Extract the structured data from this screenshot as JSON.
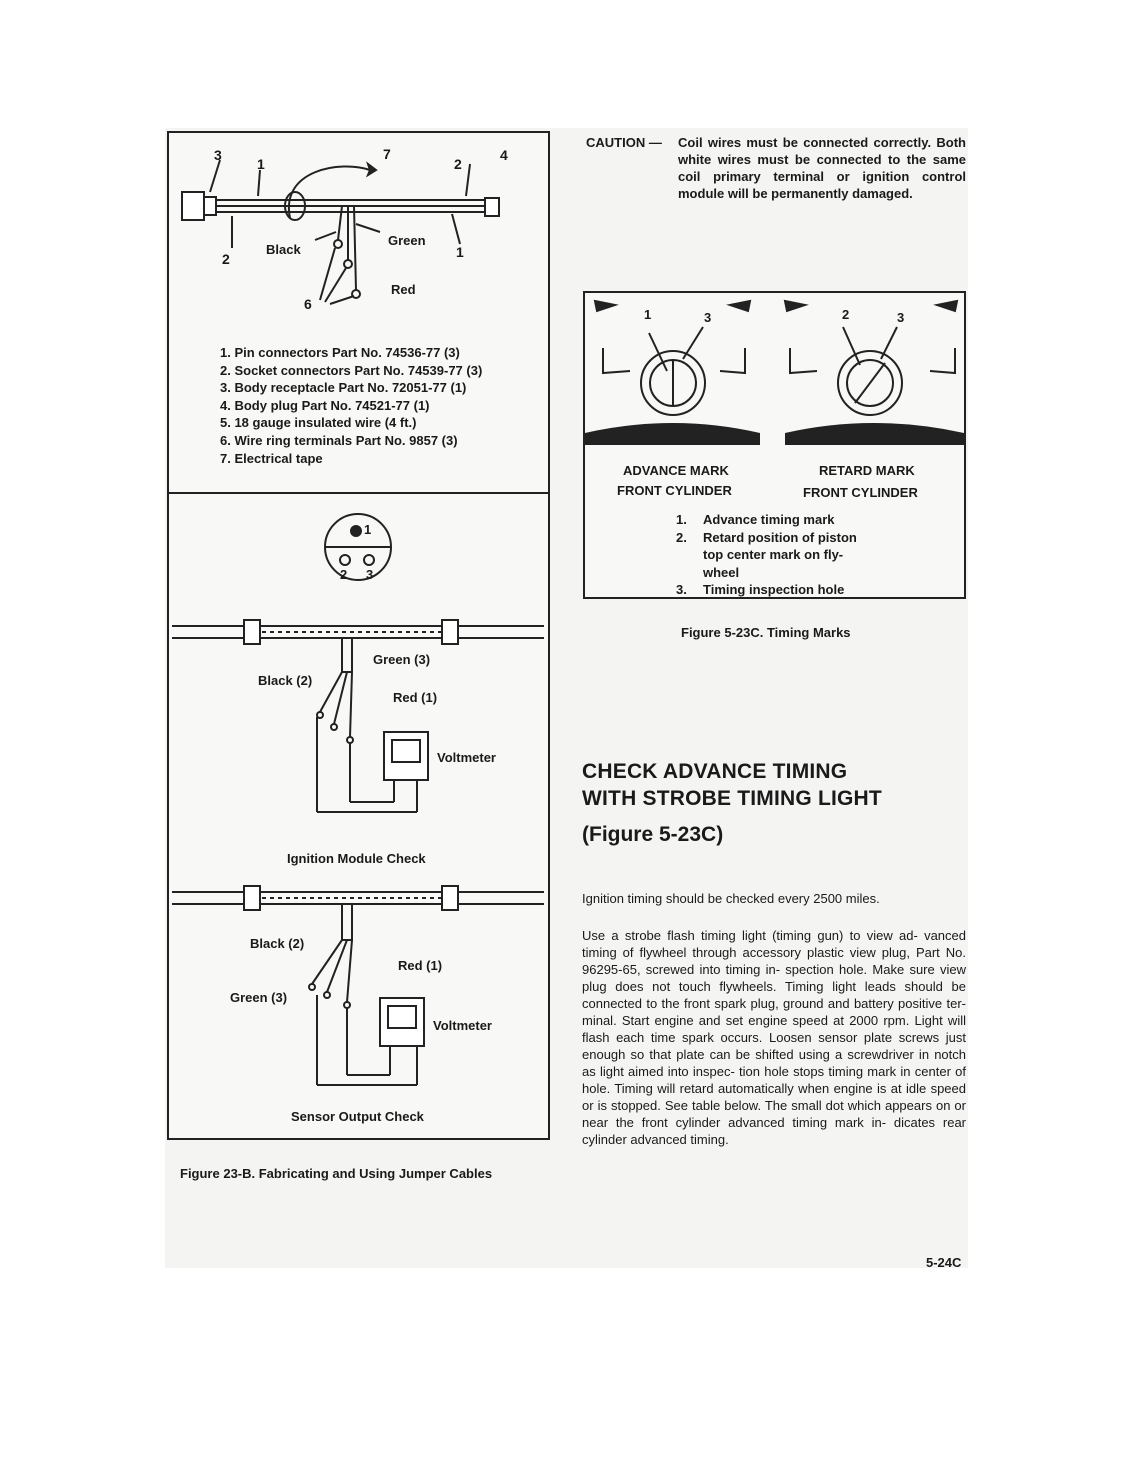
{
  "fig23b": {
    "callouts": [
      "3",
      "1",
      "7",
      "2",
      "4",
      "2",
      "1",
      "6"
    ],
    "wire_black": "Black",
    "wire_green": "Green",
    "wire_red": "Red",
    "parts": [
      "1. Pin connectors Part No. 74536-77 (3)",
      "2. Socket connectors Part No. 74539-77 (3)",
      "3. Body receptacle Part No. 72051-77 (1)",
      "4. Body plug Part No. 74521-77 (1)",
      "5. 18 gauge insulated wire (4 ft.)",
      "6. Wire ring terminals Part No. 9857 (3)",
      "7. Electrical tape"
    ],
    "plug_pins": [
      "1",
      "2",
      "3"
    ],
    "module_check": {
      "green": "Green (3)",
      "black": "Black (2)",
      "red": "Red (1)",
      "meter": "Voltmeter",
      "title": "Ignition Module Check"
    },
    "sensor_check": {
      "black": "Black (2)",
      "red": "Red (1)",
      "green": "Green (3)",
      "meter": "Voltmeter",
      "title": "Sensor Output Check"
    },
    "caption": "Figure 23-B. Fabricating and Using Jumper Cables"
  },
  "caution": {
    "label": "CAUTION —",
    "text": "Coil wires must be connected correctly. Both white wires must be connected to the same coil primary terminal or ignition control module will be permanently damaged."
  },
  "fig23c": {
    "left_callouts": [
      "1",
      "3"
    ],
    "right_callouts": [
      "2",
      "3"
    ],
    "advance_label": "ADVANCE MARK",
    "advance_sub": "FRONT CYLINDER",
    "retard_label": "RETARD MARK",
    "retard_sub": "FRONT CYLINDER",
    "legend": [
      {
        "n": "1.",
        "text": "Advance timing mark"
      },
      {
        "n": "2.",
        "text": "Retard position of piston top center mark on fly- wheel"
      },
      {
        "n": "3.",
        "text": "Timing inspection hole"
      }
    ],
    "caption": "Figure 5-23C. Timing Marks"
  },
  "section": {
    "heading_line1": "CHECK ADVANCE TIMING",
    "heading_line2": "WITH STROBE TIMING LIGHT",
    "subheading": "(Figure 5-23C)",
    "para1": "Ignition timing should be checked every 2500 miles.",
    "para2": "Use a strobe flash timing light (timing gun) to view ad- vanced timing of flywheel through accessory plastic view plug, Part No. 96295-65, screwed into timing in- spection hole. Make sure view plug does not touch flywheels. Timing light leads should be connected to the front spark plug, ground and battery positive ter- minal. Start engine and set engine speed at 2000 rpm. Light will flash each time spark occurs. Loosen sensor plate screws just enough so that plate can be shifted using a screwdriver in notch as light aimed into inspec- tion hole stops timing mark in center of hole. Timing will retard automatically when engine is at idle speed or is stopped. See table below. The small dot which appears on or near the front cylinder advanced timing mark in- dicates rear cylinder advanced timing."
  },
  "page_number": "5-24C"
}
